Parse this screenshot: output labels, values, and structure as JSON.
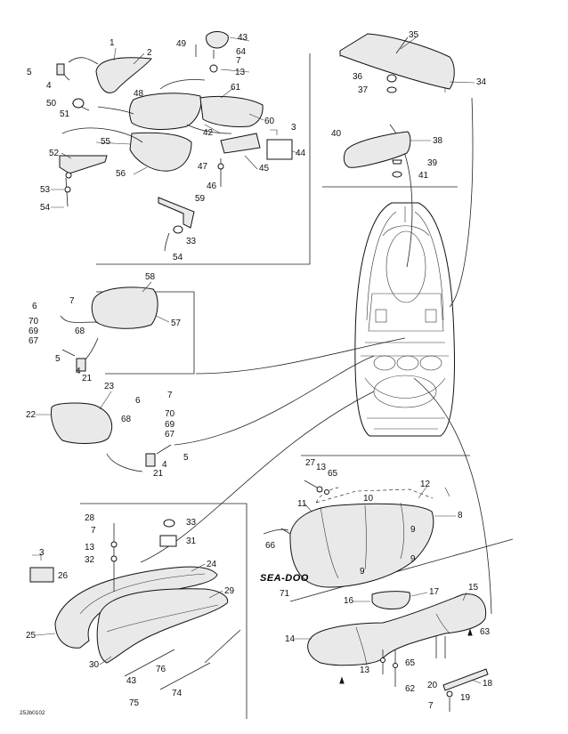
{
  "diagram": {
    "reference_code": "25Jb0102",
    "brand_mark": "SEA-DOO",
    "callouts": [
      {
        "id": "c1",
        "text": "1"
      },
      {
        "id": "c2",
        "text": "2"
      },
      {
        "id": "c3a",
        "text": "3"
      },
      {
        "id": "c3b",
        "text": "3"
      },
      {
        "id": "c4a",
        "text": "4"
      },
      {
        "id": "c4b",
        "text": "4"
      },
      {
        "id": "c4c",
        "text": "4"
      },
      {
        "id": "c5a",
        "text": "5"
      },
      {
        "id": "c5b",
        "text": "5"
      },
      {
        "id": "c5c",
        "text": "5"
      },
      {
        "id": "c6a",
        "text": "6"
      },
      {
        "id": "c6b",
        "text": "6"
      },
      {
        "id": "c7a",
        "text": "7"
      },
      {
        "id": "c7b",
        "text": "7"
      },
      {
        "id": "c7c",
        "text": "7"
      },
      {
        "id": "c7d",
        "text": "7"
      },
      {
        "id": "c7e",
        "text": "7"
      },
      {
        "id": "c8",
        "text": "8"
      },
      {
        "id": "c9a",
        "text": "9"
      },
      {
        "id": "c9b",
        "text": "9"
      },
      {
        "id": "c9c",
        "text": "9"
      },
      {
        "id": "c10",
        "text": "10"
      },
      {
        "id": "c11",
        "text": "11"
      },
      {
        "id": "c12",
        "text": "12"
      },
      {
        "id": "c13a",
        "text": "13"
      },
      {
        "id": "c13b",
        "text": "13"
      },
      {
        "id": "c13c",
        "text": "13"
      },
      {
        "id": "c13d",
        "text": "13"
      },
      {
        "id": "c14",
        "text": "14"
      },
      {
        "id": "c15",
        "text": "15"
      },
      {
        "id": "c16",
        "text": "16"
      },
      {
        "id": "c17",
        "text": "17"
      },
      {
        "id": "c18",
        "text": "18"
      },
      {
        "id": "c19",
        "text": "19"
      },
      {
        "id": "c20",
        "text": "20"
      },
      {
        "id": "c21a",
        "text": "21"
      },
      {
        "id": "c21b",
        "text": "21"
      },
      {
        "id": "c22",
        "text": "22"
      },
      {
        "id": "c23",
        "text": "23"
      },
      {
        "id": "c24",
        "text": "24"
      },
      {
        "id": "c25",
        "text": "25"
      },
      {
        "id": "c26",
        "text": "26"
      },
      {
        "id": "c27",
        "text": "27"
      },
      {
        "id": "c28",
        "text": "28"
      },
      {
        "id": "c29",
        "text": "29"
      },
      {
        "id": "c30",
        "text": "30"
      },
      {
        "id": "c31",
        "text": "31"
      },
      {
        "id": "c32",
        "text": "32"
      },
      {
        "id": "c33a",
        "text": "33"
      },
      {
        "id": "c33b",
        "text": "33"
      },
      {
        "id": "c34",
        "text": "34"
      },
      {
        "id": "c35",
        "text": "35"
      },
      {
        "id": "c36",
        "text": "36"
      },
      {
        "id": "c37",
        "text": "37"
      },
      {
        "id": "c38",
        "text": "38"
      },
      {
        "id": "c39",
        "text": "39"
      },
      {
        "id": "c40",
        "text": "40"
      },
      {
        "id": "c41",
        "text": "41"
      },
      {
        "id": "c42",
        "text": "42"
      },
      {
        "id": "c43a",
        "text": "43"
      },
      {
        "id": "c43b",
        "text": "43"
      },
      {
        "id": "c44",
        "text": "44"
      },
      {
        "id": "c45",
        "text": "45"
      },
      {
        "id": "c46",
        "text": "46"
      },
      {
        "id": "c47",
        "text": "47"
      },
      {
        "id": "c48",
        "text": "48"
      },
      {
        "id": "c49",
        "text": "49"
      },
      {
        "id": "c50",
        "text": "50"
      },
      {
        "id": "c51",
        "text": "51"
      },
      {
        "id": "c52",
        "text": "52"
      },
      {
        "id": "c53",
        "text": "53"
      },
      {
        "id": "c54a",
        "text": "54"
      },
      {
        "id": "c54b",
        "text": "54"
      },
      {
        "id": "c55",
        "text": "55"
      },
      {
        "id": "c56",
        "text": "56"
      },
      {
        "id": "c57",
        "text": "57"
      },
      {
        "id": "c58",
        "text": "58"
      },
      {
        "id": "c59",
        "text": "59"
      },
      {
        "id": "c60",
        "text": "60"
      },
      {
        "id": "c61",
        "text": "61"
      },
      {
        "id": "c62",
        "text": "62"
      },
      {
        "id": "c63",
        "text": "63"
      },
      {
        "id": "c64",
        "text": "64"
      },
      {
        "id": "c65a",
        "text": "65"
      },
      {
        "id": "c65b",
        "text": "65"
      },
      {
        "id": "c66",
        "text": "66"
      },
      {
        "id": "c67a",
        "text": "67"
      },
      {
        "id": "c67b",
        "text": "67"
      },
      {
        "id": "c68a",
        "text": "68"
      },
      {
        "id": "c68b",
        "text": "68"
      },
      {
        "id": "c69a",
        "text": "69"
      },
      {
        "id": "c69b",
        "text": "69"
      },
      {
        "id": "c70a",
        "text": "70"
      },
      {
        "id": "c70b",
        "text": "70"
      },
      {
        "id": "c71",
        "text": "71"
      },
      {
        "id": "c74",
        "text": "74"
      },
      {
        "id": "c75",
        "text": "75"
      },
      {
        "id": "c76",
        "text": "76"
      }
    ]
  }
}
